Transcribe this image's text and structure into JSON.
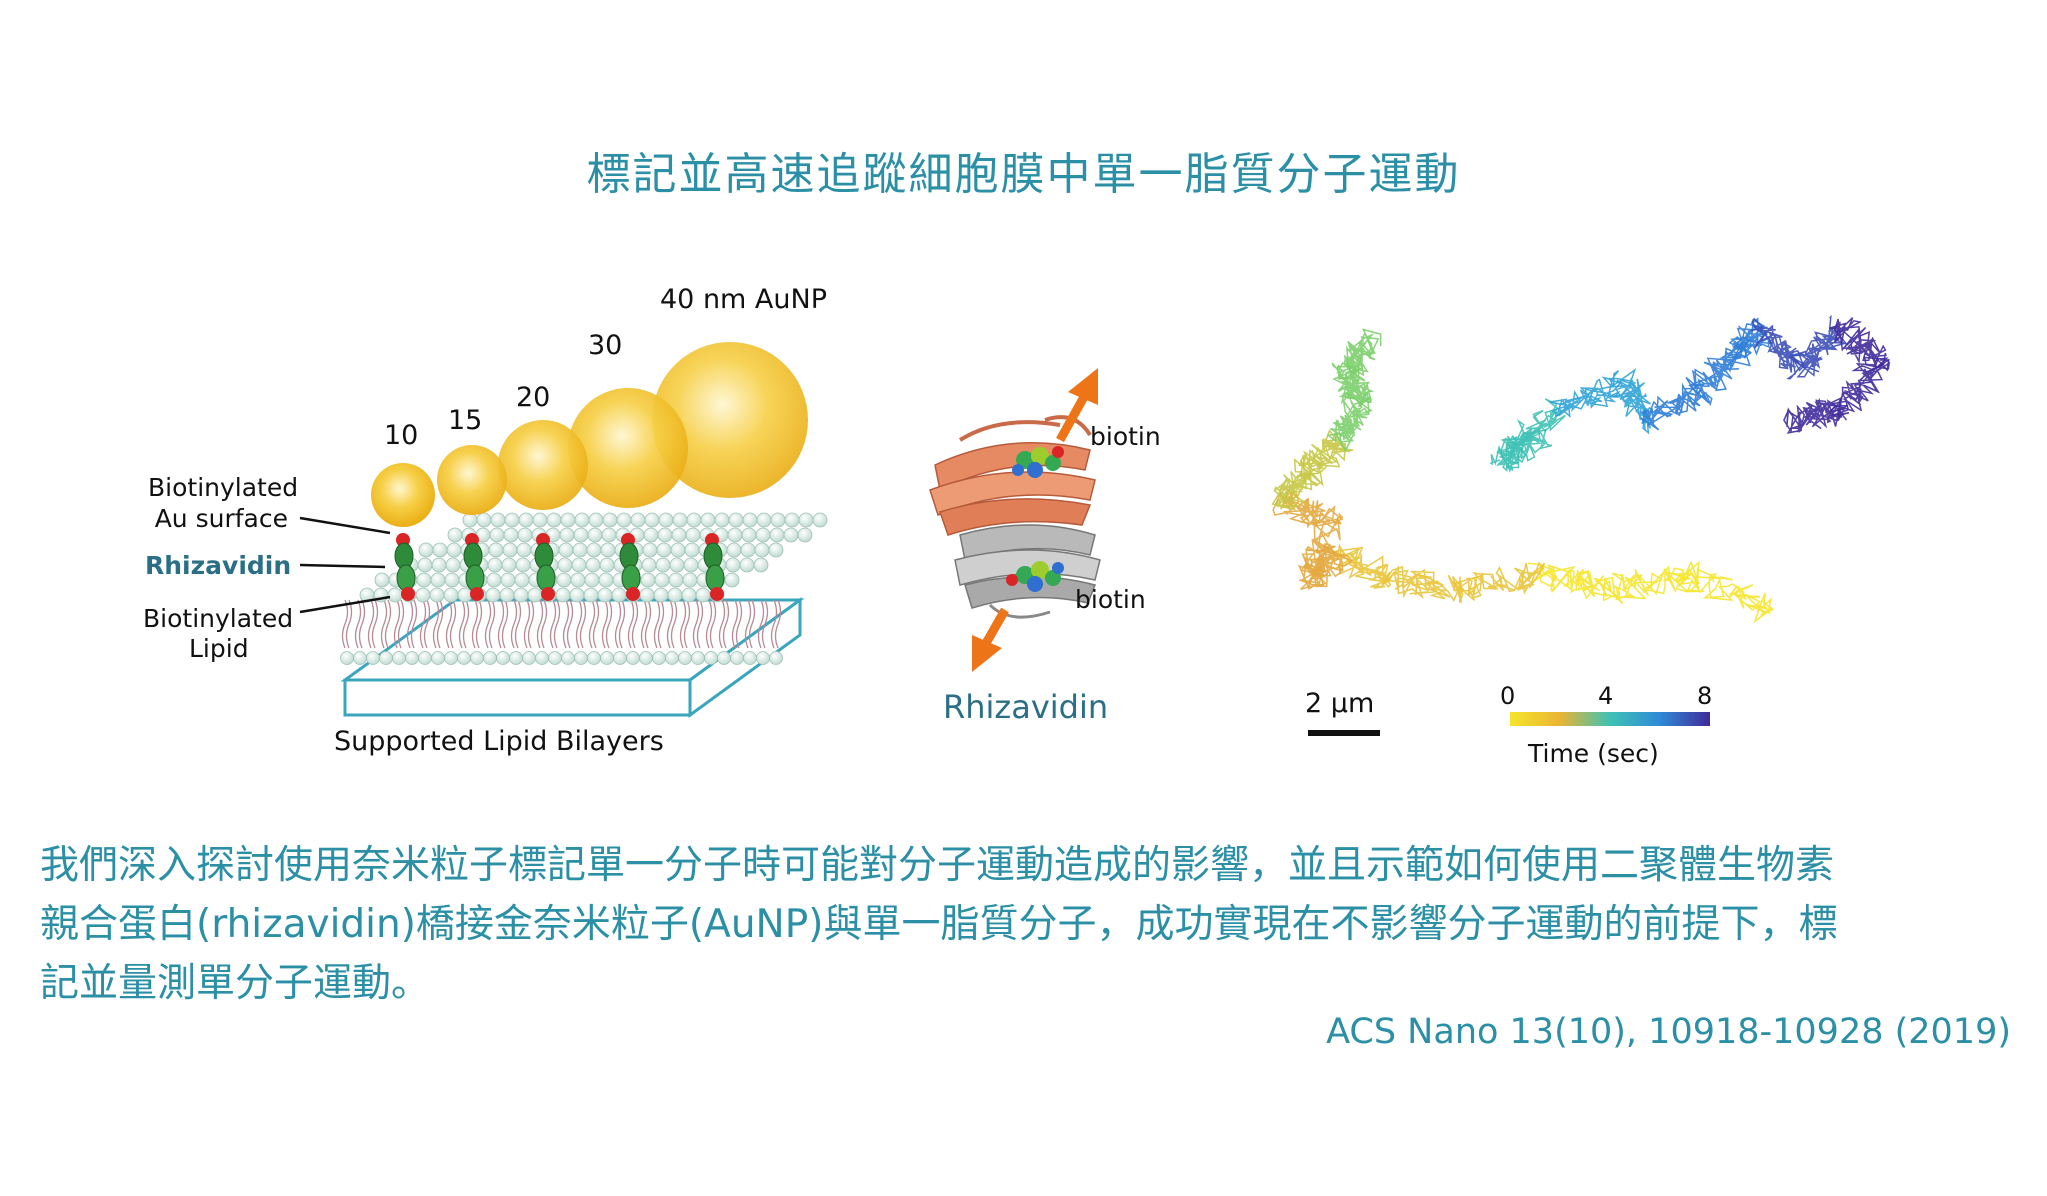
{
  "title": "標記並高速追蹤細胞膜中單一脂質分子運動",
  "left_panel": {
    "sizes": [
      "10",
      "15",
      "20",
      "30",
      "40 nm AuNP"
    ],
    "label_au_surface": [
      "Biotinylated",
      "Au surface"
    ],
    "label_rhizavidin": "Rhizavidin",
    "label_lipid": [
      "Biotinylated",
      "Lipid"
    ],
    "label_bilayer": "Supported Lipid Bilayers"
  },
  "middle_panel": {
    "biotin_top": "biotin",
    "biotin_bottom": "biotin",
    "caption": "Rhizavidin"
  },
  "right_panel": {
    "scale_bar": "2 µm",
    "colorbar_ticks": [
      "0",
      "4",
      "8"
    ],
    "colorbar_label": "Time (sec)"
  },
  "paragraph": [
    "我們深入探討使用奈米粒子標記單一分子時可能對分子運動造成的影響，並且示範如何使用二聚體生物素",
    "親合蛋白(rhizavidin)橋接金奈米粒子(AuNP)與單一脂質分子，成功實現在不影響分子運動的前提下，標",
    "記並量測單分子運動。"
  ],
  "citation": "ACS Nano 13(10), 10918-10928 (2019)",
  "colors": {
    "accent": "#2b8fa6",
    "gold": "#f2c230",
    "rhizavidin_green": "#2e8b3a",
    "biotin_red": "#d92525",
    "arrow": "#ee7418"
  }
}
